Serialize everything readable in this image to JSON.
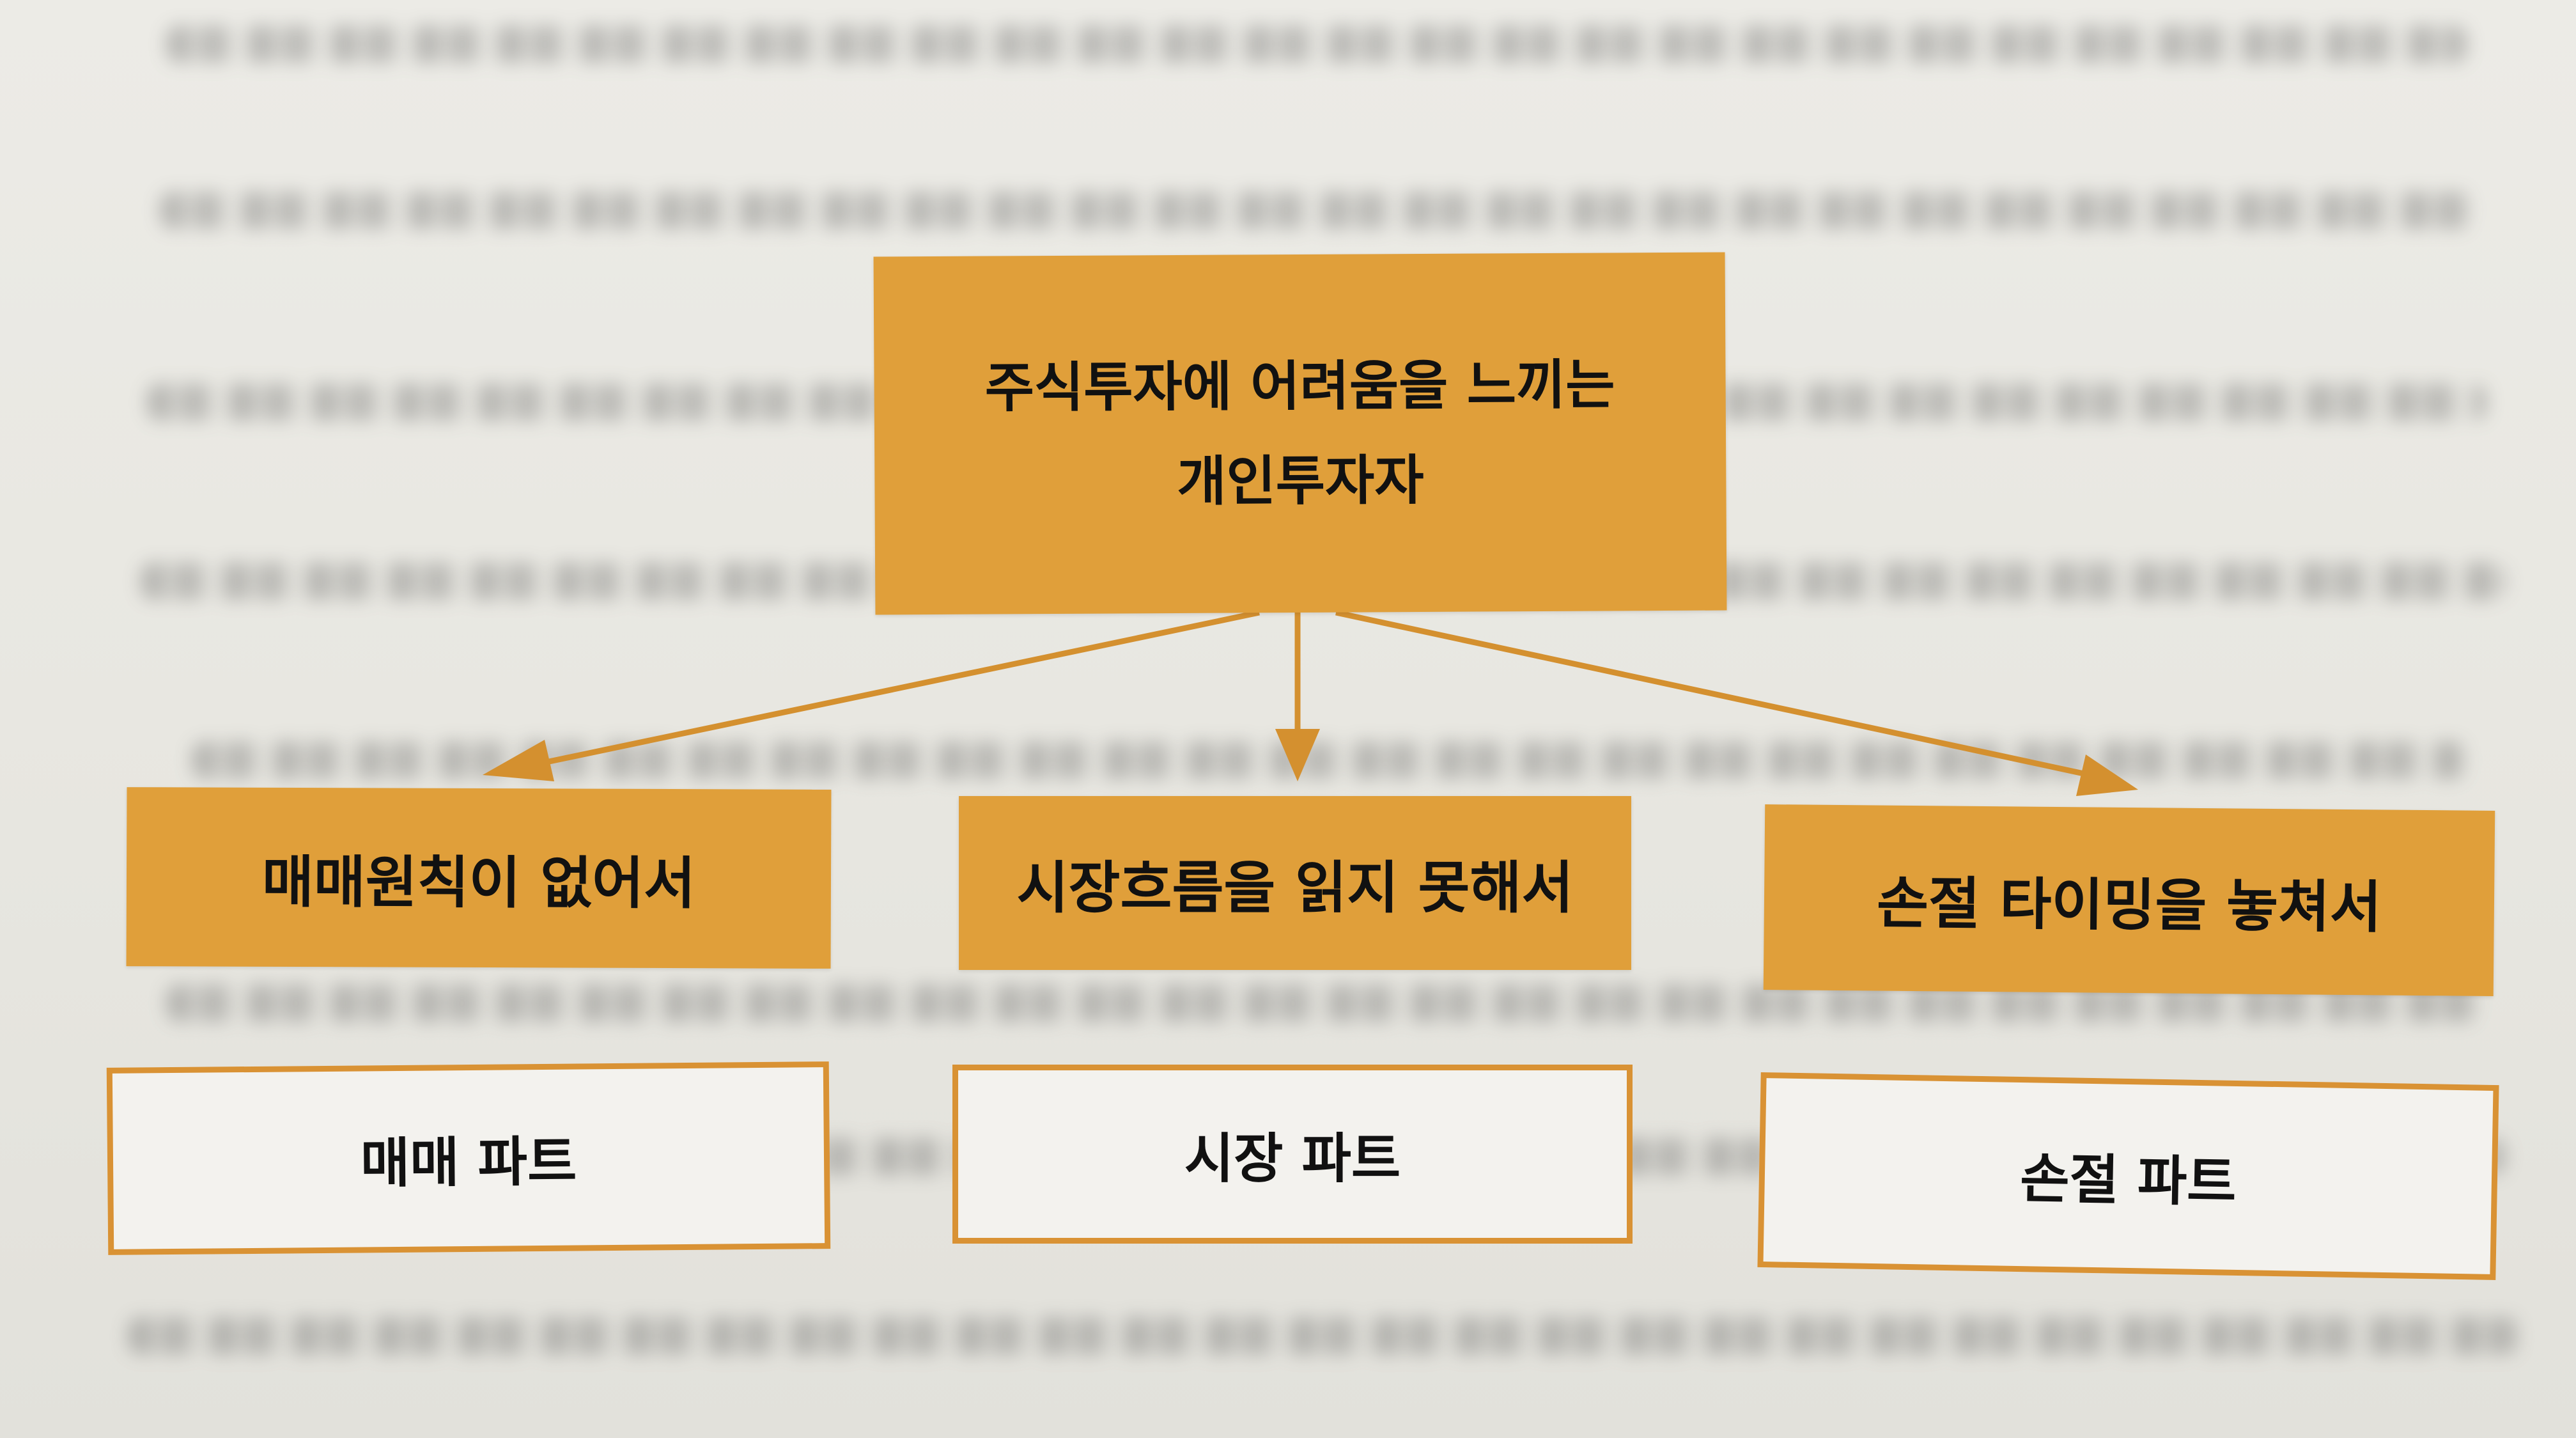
{
  "diagram": {
    "root": {
      "label": "주식투자에 어려움을 느끼는\n개인투자자"
    },
    "causes": [
      {
        "label": "매매원칙이 없어서"
      },
      {
        "label": "시장흐름을 읽지 못해서"
      },
      {
        "label": "손절 타이밍을 놓쳐서"
      }
    ],
    "parts": [
      {
        "label": "매매 파트"
      },
      {
        "label": "시장 파트"
      },
      {
        "label": "손절 파트"
      }
    ],
    "colors": {
      "box_fill": "#e09f3a",
      "border": "#d99234",
      "arrow": "#d4902f",
      "page_background": "#e8e7e1",
      "text": "#111111"
    }
  }
}
